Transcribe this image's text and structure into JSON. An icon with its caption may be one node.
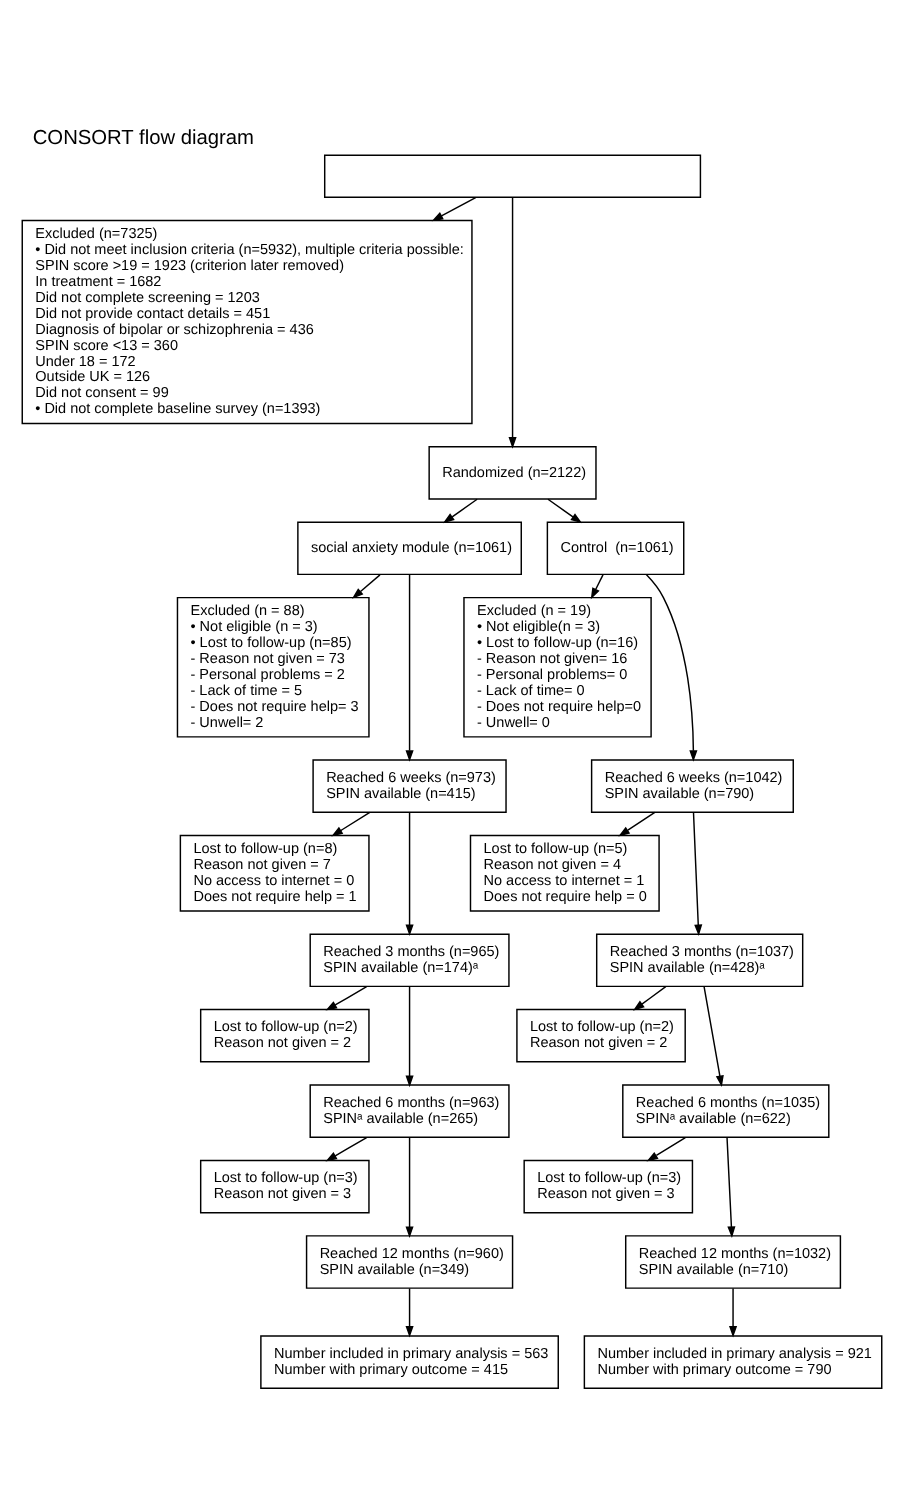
{
  "diagram": {
    "title": "CONSORT flow diagram",
    "nodes": [
      {
        "text": [],
        "shape": "box"
      },
      {
        "text": [
          "Excluded (n=7325)",
          "• Did not meet inclusion criteria (n=5932), multiple criteria possible:",
          "SPIN score >19 = 1923 (criterion later removed)",
          "In treatment = 1682",
          "Did not complete screening = 1203",
          "Did not provide contact details = 451",
          "Diagnosis of bipolar or schizophrenia = 436",
          "SPIN score <13 = 360",
          "Under 18 = 172",
          "Outside UK = 126",
          "Did not consent = 99",
          "• Did not complete baseline survey (n=1393)"
        ]
      },
      {
        "text": [
          "Randomized (n=2122)"
        ]
      },
      {
        "text": [
          "social anxiety module (n=1061)"
        ]
      },
      {
        "text": [
          "Control  (n=1061)"
        ]
      },
      {
        "text": [
          "Excluded (n = 88)",
          "• Not eligible (n = 3)",
          "• Lost to follow-up (n=85)",
          "- Reason not given = 73",
          "- Personal problems = 2",
          "- Lack of time = 5",
          "- Does not require help= 3",
          "- Unwell= 2"
        ]
      },
      {
        "text": [
          "Excluded (n = 19)",
          "• Not eligible(n = 3)",
          "• Lost to follow-up (n=16)",
          "- Reason not given= 16",
          "- Personal problems= 0",
          "- Lack of time= 0",
          "- Does not require help=0",
          "- Unwell= 0"
        ]
      },
      {
        "text": [
          "Reached 6 weeks (n=973)",
          "SPIN available (n=415)"
        ]
      },
      {
        "text": [
          "Reached 6 weeks (n=1042)",
          "SPIN available (n=790)"
        ]
      },
      {
        "text": [
          "Lost to follow-up (n=8)",
          "Reason not given = 7",
          "No access to internet = 0",
          "Does not require help = 1"
        ]
      },
      {
        "text": [
          "Lost to follow-up (n=5)",
          "Reason not given = 4",
          "No access to internet = 1",
          "Does not require help = 0"
        ]
      },
      {
        "text": [
          "Reached 3 months (n=965)",
          "SPIN available (n=174)ᵃ"
        ]
      },
      {
        "text": [
          "Reached 3 months (n=1037)",
          "SPIN available (n=428)ᵃ"
        ]
      },
      {
        "text": [
          "Lost to follow-up (n=2)",
          "Reason not given = 2"
        ]
      },
      {
        "text": [
          "Lost to follow-up (n=2)",
          "Reason not given = 2"
        ]
      },
      {
        "text": [
          "Reached 6 months (n=963)",
          "SPINᵃ available (n=265)"
        ]
      },
      {
        "text": [
          "Reached 6 months (n=1035)",
          "SPINᵃ available (n=622)"
        ]
      },
      {
        "text": [
          "Lost to follow-up (n=3)",
          "Reason not given = 3"
        ]
      },
      {
        "text": [
          "Lost to follow-up (n=3)",
          "Reason not given = 3"
        ]
      },
      {
        "text": [
          "Reached 12 months (n=960)",
          "SPIN available (n=349)"
        ]
      },
      {
        "text": [
          "Reached 12 months (n=1032)",
          "SPIN available (n=710)"
        ]
      },
      {
        "text": [
          "Number included in primary analysis = 563",
          "Number with primary outcome = 415"
        ]
      },
      {
        "text": [
          "Number included in primary analysis = 921",
          "Number with primary outcome = 790"
        ]
      }
    ],
    "edges": [
      {
        "from": 0,
        "to": 1,
        "arrow": "to"
      },
      {
        "from": 0,
        "to": 2,
        "arrow": "to"
      },
      {
        "from": 2,
        "to": 3,
        "arrow": "to"
      },
      {
        "from": 2,
        "to": 4,
        "arrow": "to"
      },
      {
        "from": 3,
        "to": 5,
        "arrow": "to"
      },
      {
        "from": 3,
        "to": 7,
        "arrow": "to"
      },
      {
        "from": 4,
        "to": 6,
        "arrow": "to"
      },
      {
        "from": 4,
        "to": 8,
        "arrow": "to"
      },
      {
        "from": 7,
        "to": 9,
        "arrow": "to"
      },
      {
        "from": 7,
        "to": 11,
        "arrow": "to"
      },
      {
        "from": 8,
        "to": 10,
        "arrow": "to"
      },
      {
        "from": 8,
        "to": 12,
        "arrow": "to"
      },
      {
        "from": 11,
        "to": 13,
        "arrow": "to"
      },
      {
        "from": 11,
        "to": 15,
        "arrow": "to"
      },
      {
        "from": 12,
        "to": 14,
        "arrow": "to"
      },
      {
        "from": 12,
        "to": 16,
        "arrow": "to"
      },
      {
        "from": 15,
        "to": 17,
        "arrow": "to"
      },
      {
        "from": 15,
        "to": 19,
        "arrow": "to"
      },
      {
        "from": 16,
        "to": 18,
        "arrow": "to"
      },
      {
        "from": 16,
        "to": 20,
        "arrow": "to"
      },
      {
        "from": 19,
        "to": 21,
        "arrow": "to"
      },
      {
        "from": 20,
        "to": 22,
        "arrow": "to"
      }
    ]
  }
}
